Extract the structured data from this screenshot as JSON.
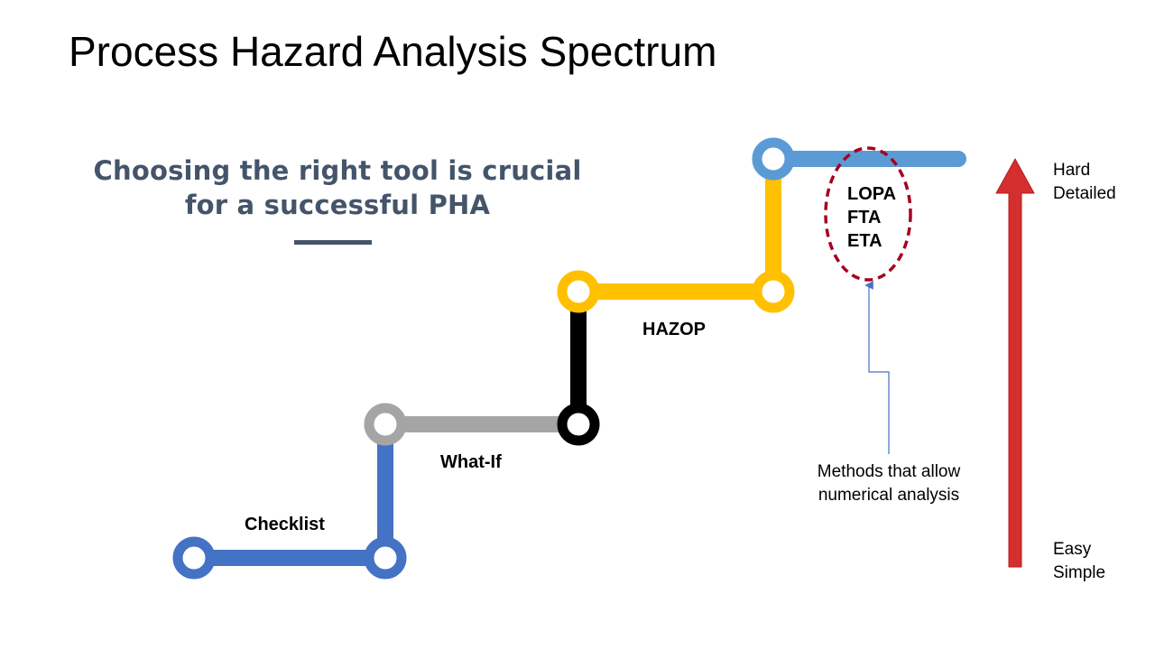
{
  "title": "Process Hazard Analysis Spectrum",
  "subtitle": {
    "line1": "Choosing the right tool is crucial",
    "line2": "for a successful PHA"
  },
  "steps": {
    "checklist": "Checklist",
    "what_if": "What-If",
    "hazop": "HAZOP",
    "numerical": [
      "LOPA",
      "FTA",
      "ETA"
    ]
  },
  "note": {
    "line1": "Methods that allow",
    "line2": "numerical analysis"
  },
  "scale": {
    "top_line1": "Hard",
    "top_line2": "Detailed",
    "bottom_line1": "Easy",
    "bottom_line2": "Simple"
  },
  "colors": {
    "checklist": "#4472c4",
    "what_if": "#a5a5a5",
    "connector": "#000000",
    "hazop": "#ffc000",
    "numerical": "#5b9bd5",
    "arrow": "#d32f2f",
    "ellipse": "#a50021",
    "note_line": "#4472c4",
    "subtitle": "#44546a"
  }
}
